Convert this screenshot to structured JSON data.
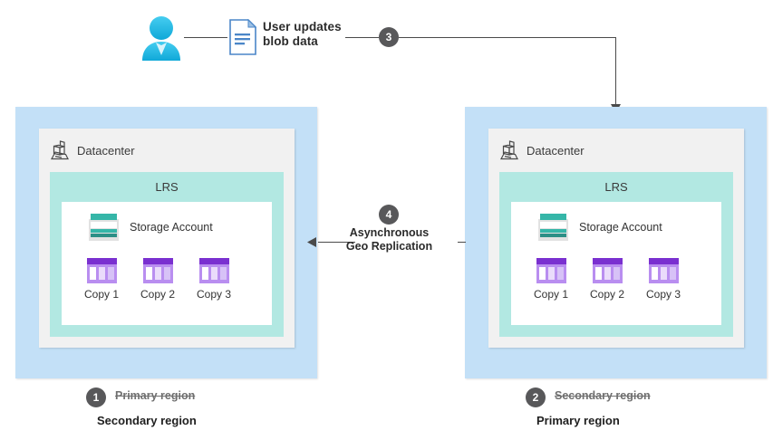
{
  "flow": {
    "user_icon": "user-icon",
    "document_icon": "document-icon",
    "update_label_line1": "User updates",
    "update_label_line2": "blob data",
    "step3_badge": "3",
    "step4_badge": "4",
    "replication_line1": "Asynchronous",
    "replication_line2": "Geo Replication"
  },
  "regions": [
    {
      "id": "left-region",
      "datacenter_label": "Datacenter",
      "datacenter_icon": "datacenter-icon",
      "lrs_label": "LRS",
      "storage_account_label": "Storage Account",
      "storage_account_icon": "storage-account-icon",
      "copies": [
        {
          "label": "Copy 1",
          "icon": "copy-icon"
        },
        {
          "label": "Copy 2",
          "icon": "copy-icon"
        },
        {
          "label": "Copy 3",
          "icon": "copy-icon"
        }
      ],
      "caption_badge": "1",
      "caption_struck": "Primary region",
      "caption_current": "Secondary region"
    },
    {
      "id": "right-region",
      "datacenter_label": "Datacenter",
      "datacenter_icon": "datacenter-icon",
      "lrs_label": "LRS",
      "storage_account_label": "Storage Account",
      "storage_account_icon": "storage-account-icon",
      "copies": [
        {
          "label": "Copy 1",
          "icon": "copy-icon"
        },
        {
          "label": "Copy 2",
          "icon": "copy-icon"
        },
        {
          "label": "Copy 3",
          "icon": "copy-icon"
        }
      ],
      "caption_badge": "2",
      "caption_struck": "Secondary region",
      "caption_current": "Primary region"
    }
  ],
  "colors": {
    "region_fill": "#c3e0f7",
    "datacenter_fill": "#f1f1f1",
    "lrs_fill": "#b2e8e2",
    "inner_fill": "#ffffff",
    "badge_fill": "#58585a",
    "connector": "#4a4a4a",
    "storage_teal": "#35b6a8",
    "storage_teal_dark": "#2c8f86",
    "copy_purple": "#7a30d0",
    "copy_purple_light": "#b98ef0",
    "user_blue": "#29bde8",
    "doc_blue": "#4a86c8"
  }
}
